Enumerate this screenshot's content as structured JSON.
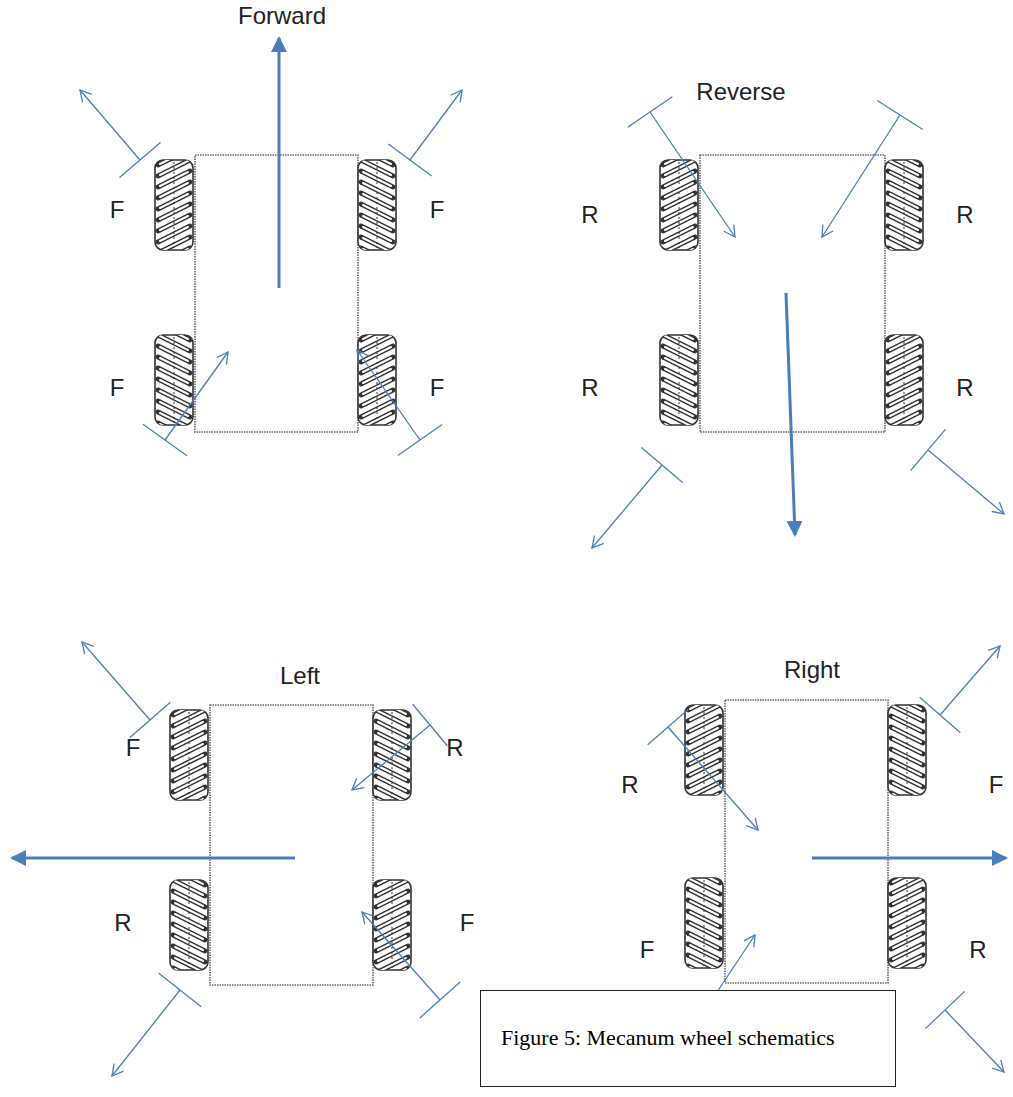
{
  "diagram": {
    "caption": "Figure 5: Mecanum wheel schematics",
    "labels": [
      "Forward",
      "F",
      "F",
      "F",
      "F",
      "Reverse",
      "R",
      "R",
      "R",
      "R",
      "Left",
      "F",
      "R",
      "R",
      "F",
      "Right",
      "R",
      "F",
      "F",
      "R"
    ]
  }
}
